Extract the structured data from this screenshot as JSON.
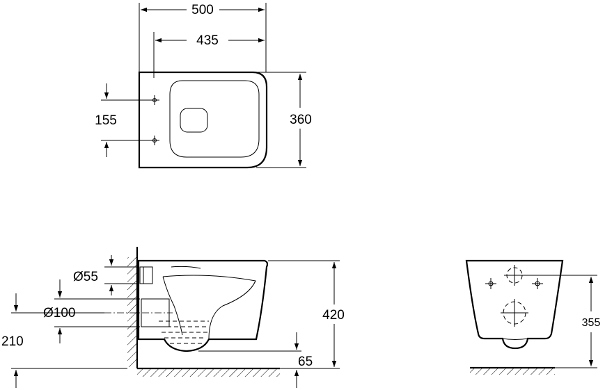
{
  "top_view": {
    "width_overall": "500",
    "width_mount": "435",
    "hole_spacing": "155",
    "depth": "360"
  },
  "side_view": {
    "inlet_diameter": "Ø55",
    "outlet_diameter": "Ø100",
    "outlet_height": "210",
    "bowl_height": "420",
    "floor_clearance": "65"
  },
  "front_view": {
    "fixing_height": "355"
  }
}
